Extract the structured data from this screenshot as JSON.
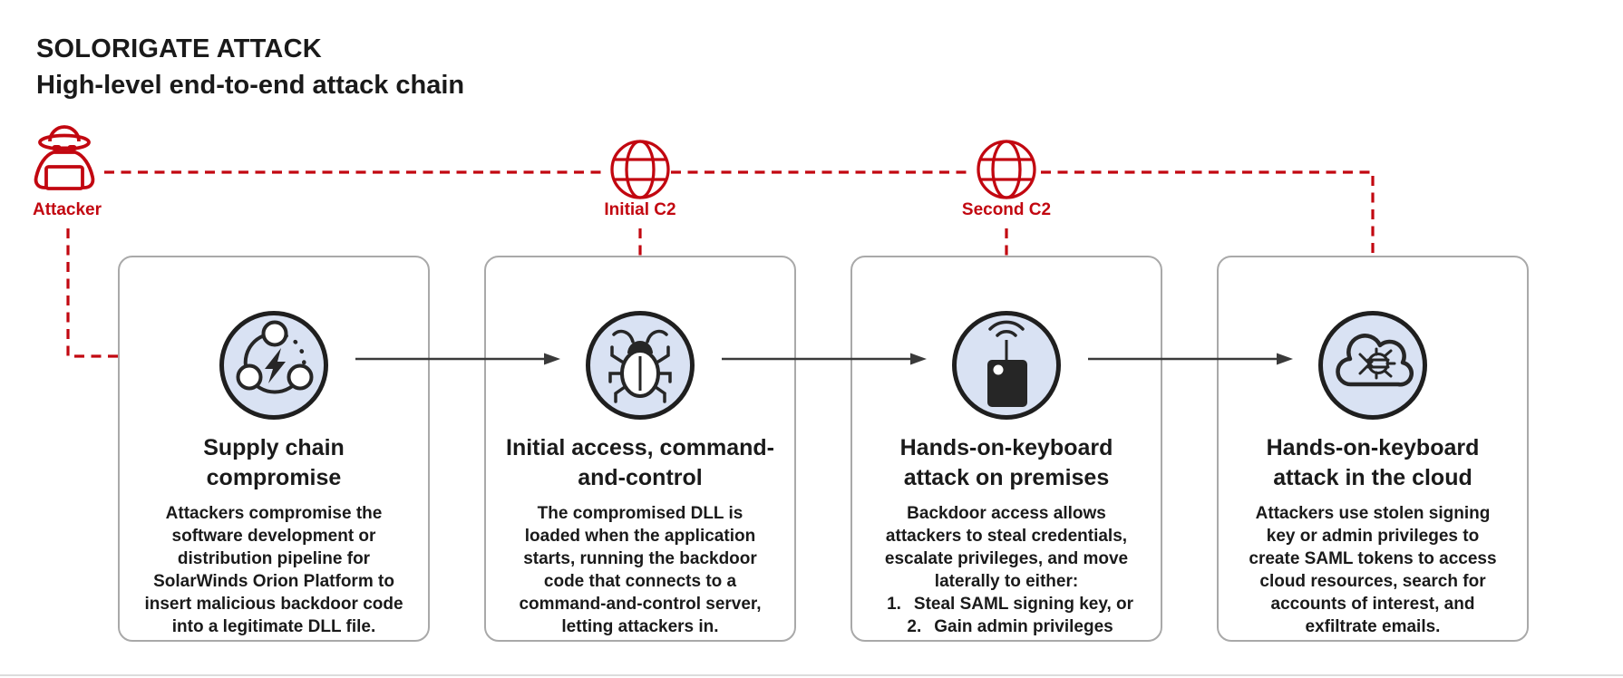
{
  "page": {
    "title_line1": "SOLORIGATE ATTACK",
    "title_line2": "High-level end-to-end attack chain"
  },
  "top_row": {
    "attacker": {
      "icon": "spy-attacker-icon",
      "label": "Attacker"
    },
    "initial_c2": {
      "icon": "globe-icon",
      "label": "Initial C2"
    },
    "second_c2": {
      "icon": "globe-icon",
      "label": "Second C2"
    }
  },
  "cards": [
    {
      "icon": "supply-chain-compromise-icon",
      "title": "Supply chain\ncompromise",
      "body": "Attackers compromise the\nsoftware development or\ndistribution pipeline for\nSolarWinds Orion Platform to\ninsert malicious backdoor code\ninto a legitimate DLL file."
    },
    {
      "icon": "bug-backdoor-icon",
      "title": "Initial access, command-\nand-control",
      "body": "The compromised DLL is\nloaded when the application\nstarts, running the backdoor\ncode that connects to a\ncommand-and-control server,\nletting attackers in."
    },
    {
      "icon": "device-signal-icon",
      "title": "Hands-on-keyboard\nattack on premises",
      "body": "Backdoor access allows\nattackers to steal credentials,\nescalate privileges, and move\nlaterally to either:",
      "list": [
        {
          "num": "1.",
          "text": "Steal SAML signing key, or"
        },
        {
          "num": "2.",
          "text": "Gain admin privileges"
        }
      ]
    },
    {
      "icon": "cloud-malware-icon",
      "title": "Hands-on-keyboard\nattack in the cloud",
      "body": "Attackers use stolen signing\nkey or admin privileges to\ncreate SAML tokens to access\ncloud resources, search for\naccounts of interest, and\nexfiltrate emails."
    }
  ],
  "colors": {
    "red": "#C20710",
    "icon_fill": "#D9E2F3",
    "icon_stroke": "#1F1F1F",
    "icon_glyph": "#262626",
    "card_border": "#A9A9A9",
    "arrow": "#3A3A3A",
    "text": "#1A1A1A"
  }
}
